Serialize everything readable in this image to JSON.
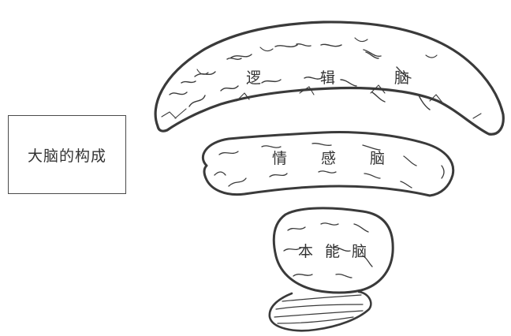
{
  "title": "大脑的构成",
  "layers": {
    "top": {
      "chars": [
        "逻",
        "辑",
        "脑"
      ]
    },
    "middle": {
      "chars": [
        "情",
        "感",
        "脑"
      ]
    },
    "bottom": {
      "chars": [
        "本",
        "能",
        "脑"
      ]
    }
  },
  "colors": {
    "ink": "#3a3a3a",
    "background": "#ffffff"
  }
}
